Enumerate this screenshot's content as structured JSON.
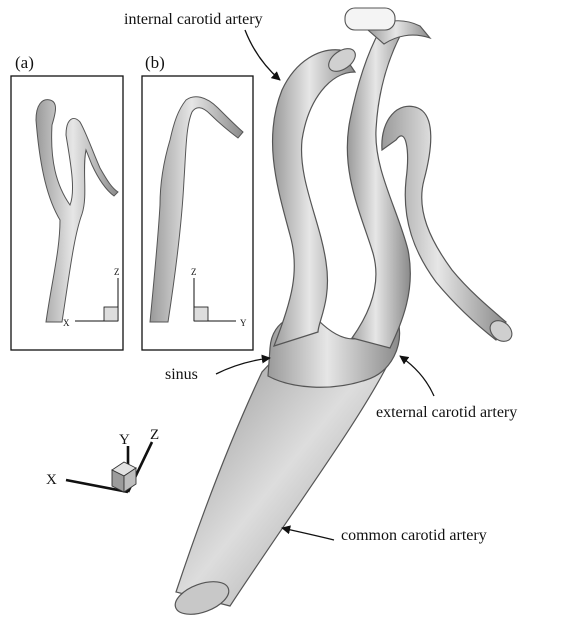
{
  "labels": {
    "internal": "internal carotid artery",
    "external": "external carotid artery",
    "common": "common carotid artery",
    "sinus": "sinus"
  },
  "panels": {
    "a": {
      "tag": "(a)",
      "horizontal_axis": "X",
      "vertical_axis": "Z"
    },
    "b": {
      "tag": "(b)",
      "horizontal_axis": "Y",
      "vertical_axis": "Z"
    }
  },
  "triad": {
    "x": "X",
    "y": "Y",
    "z": "Z"
  }
}
